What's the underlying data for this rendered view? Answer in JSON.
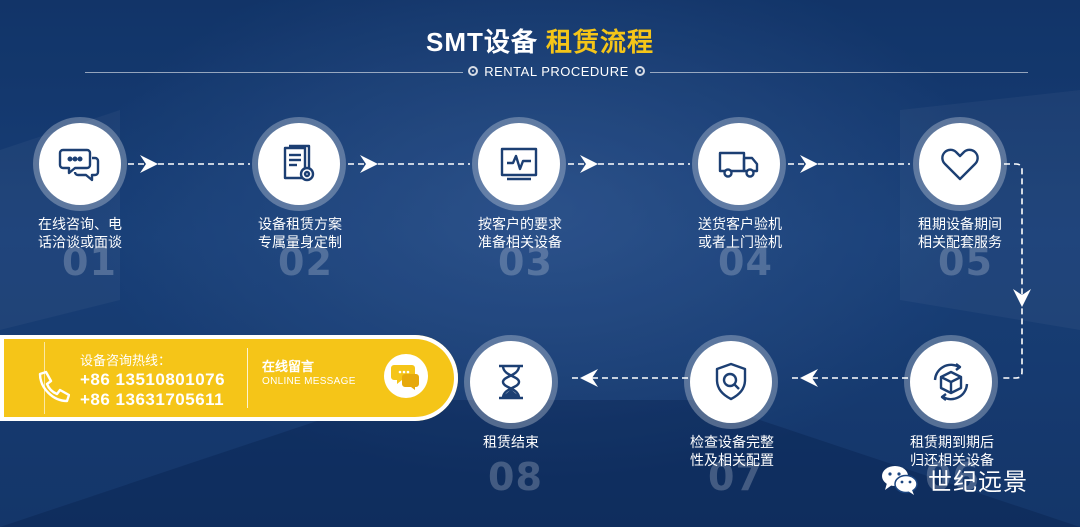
{
  "header": {
    "title_prefix": "SMT设备",
    "title_highlight": "租赁流程",
    "subtitle": "RENTAL PROCEDURE"
  },
  "steps": [
    {
      "label_line1": "在线咨询、电",
      "label_line2": "话洽谈或面谈",
      "number": "01",
      "icon": "chat-bubbles-icon"
    },
    {
      "label_line1": "设备租赁方案",
      "label_line2": "专属量身定制",
      "number": "02",
      "icon": "document-gear-icon"
    },
    {
      "label_line1": "按客户的要求",
      "label_line2": "准备相关设备",
      "number": "03",
      "icon": "monitor-pulse-icon"
    },
    {
      "label_line1": "送货客户验机",
      "label_line2": "或者上门验机",
      "number": "04",
      "icon": "delivery-truck-icon"
    },
    {
      "label_line1": "租期设备期间",
      "label_line2": "相关配套服务",
      "number": "05",
      "icon": "heart-icon"
    },
    {
      "label_line1": "租赁期到期后",
      "label_line2": "归还相关设备",
      "number": "06",
      "icon": "box-return-icon"
    },
    {
      "label_line1": "检查设备完整",
      "label_line2": "性及相关配置",
      "number": "07",
      "icon": "shield-search-icon"
    },
    {
      "label_line1": "租赁结束",
      "label_line2": "",
      "number": "08",
      "icon": "hourglass-icon"
    }
  ],
  "hotline": {
    "title": "设备咨询热线：",
    "phone1": "+86 13510801076",
    "phone2": "+86 13631705611",
    "message_title": "在线留言",
    "message_subtitle": "ONLINE MESSAGE"
  },
  "brand": {
    "name": "世纪远景",
    "icon": "wechat-icon"
  },
  "colors": {
    "background": "#1b4580",
    "accent": "#f5c518",
    "icon": "#1c3f73"
  }
}
